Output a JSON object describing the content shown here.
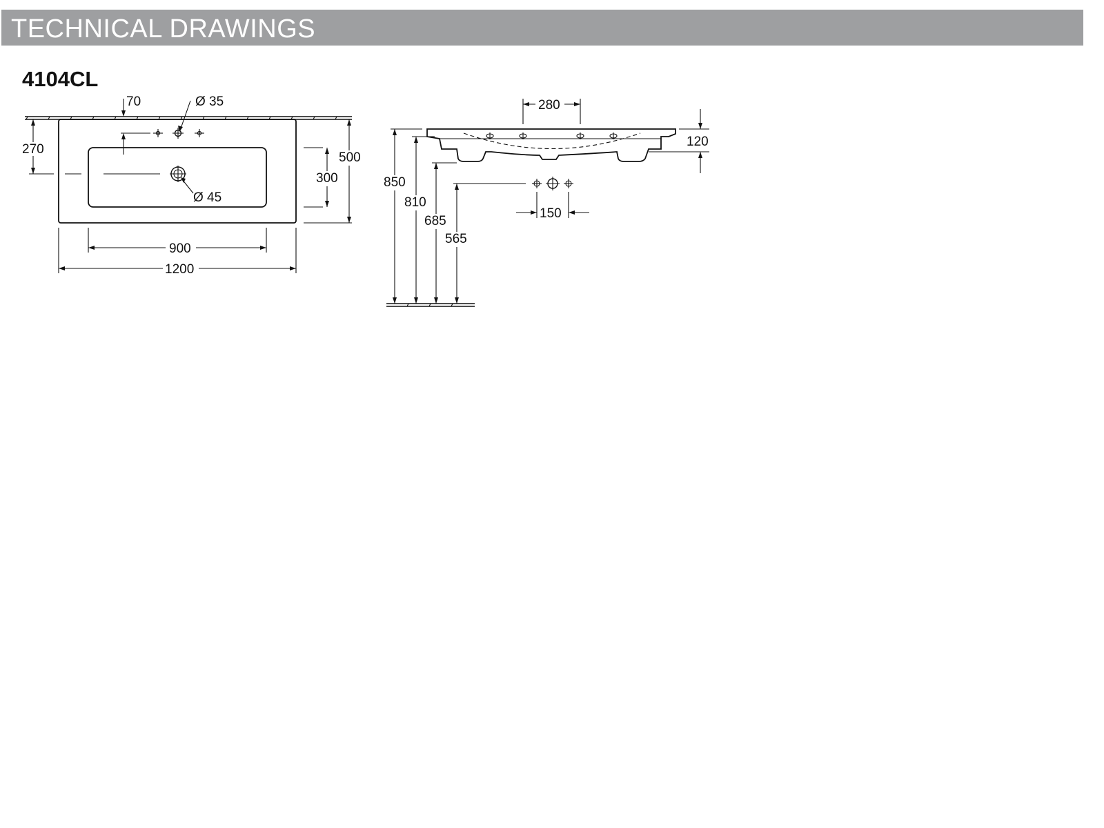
{
  "header": {
    "title": "TECHNICAL DRAWINGS"
  },
  "product": {
    "model_code": "4104CL"
  },
  "top_view": {
    "dimensions": {
      "overall_width": "1200",
      "bowl_width": "900",
      "depth": "500",
      "bowl_depth": "300",
      "wall_to_drain": "270",
      "wall_to_taphole": "70",
      "taphole_diameter": "Ø 35",
      "drain_diameter": "Ø 45"
    }
  },
  "side_view": {
    "dimensions": {
      "taphole_spacing": "280",
      "thickness": "120",
      "rim_height": "850",
      "underside_height": "810",
      "drain_height": "685",
      "supply_height": "565",
      "supply_spacing": "150"
    }
  },
  "colors": {
    "header_bar": "#9e9fa1",
    "header_text": "#ffffff",
    "line": "#111111"
  }
}
